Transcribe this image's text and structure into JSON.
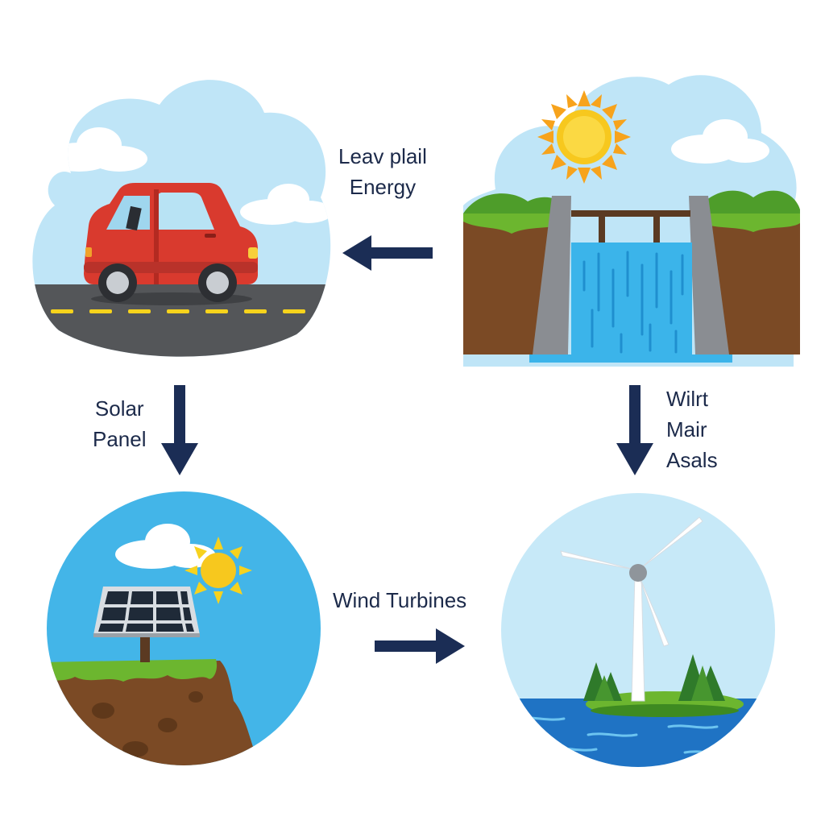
{
  "diagram": {
    "labels": {
      "top_line1": "Leav plail",
      "top_line2": "Energy",
      "left_line1": "Solar",
      "left_line2": "Panel",
      "right_line1": "Wilrt",
      "right_line2": "Mair",
      "right_line3": "Asals",
      "bottom": "Wind Turbines"
    },
    "scenes": [
      {
        "id": "car-on-road",
        "icon": "car-icon"
      },
      {
        "id": "hydro-dam",
        "icon": "dam-icon"
      },
      {
        "id": "solar-panel",
        "icon": "solar-panel-icon"
      },
      {
        "id": "wind-turbine",
        "icon": "wind-turbine-icon"
      }
    ],
    "arrows": [
      {
        "from": "hydro-dam",
        "to": "car-on-road",
        "direction": "left"
      },
      {
        "from": "car-on-road",
        "to": "solar-panel",
        "direction": "down"
      },
      {
        "from": "hydro-dam",
        "to": "wind-turbine",
        "direction": "down"
      },
      {
        "from": "solar-panel",
        "to": "wind-turbine",
        "direction": "right"
      }
    ],
    "colors": {
      "arrow": "#1b2d55",
      "text": "#1c2a4a",
      "sky": "#bfe5f7",
      "car": "#d93a2e",
      "water": "#3bb4ea",
      "grass": "#4e9d2a",
      "soil": "#7b4a25",
      "sun": "#f7c81e"
    }
  }
}
